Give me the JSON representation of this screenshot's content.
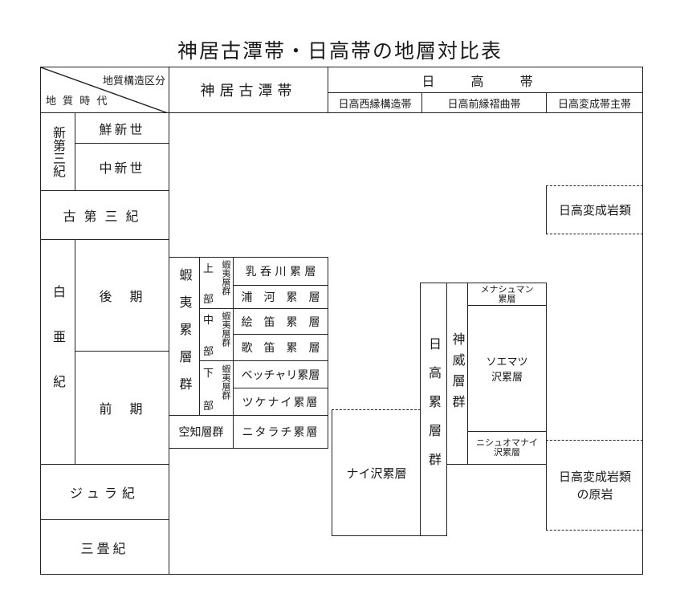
{
  "title": "神居古潭帯・日高帯の地層対比表",
  "header": {
    "corner_top": "地質構造区分",
    "corner_bottom": "地 質 時 代",
    "kamuikotan": "神居古潭帯",
    "hidaka": "日 高 帯",
    "hidaka_sub": [
      "日高西縁構造帯",
      "日高前縁褶曲帯",
      "日高変成帯主帯"
    ]
  },
  "periods": {
    "neogene": "新第三紀",
    "pliocene": "鮮新世",
    "miocene": "中新世",
    "paleogene": "古第三紀",
    "cretaceous": "白亜紀",
    "late": "後　期",
    "early": "前　期",
    "jurassic": "ジュラ紀",
    "triassic": "三畳紀"
  },
  "kamuikotan": {
    "group": "蝦夷累層群",
    "subgroup_name": "蝦夷層群",
    "subgroups": [
      {
        "pos": "上",
        "bu": "部",
        "formations": [
          "乳 呑 川 累 層",
          "浦　河　累　層"
        ]
      },
      {
        "pos": "中",
        "bu": "部",
        "formations": [
          "絵　笛　累　層",
          "歌　笛　累　層"
        ]
      },
      {
        "pos": "下",
        "bu": "部",
        "formations": [
          "ベッチャリ累層",
          "ツケナイ累層"
        ]
      }
    ],
    "sorachi": "空知層群",
    "nitarachi": "ニタラチ累層"
  },
  "hidaka": {
    "naisawa": "ナイ沢累層",
    "hidaka_group": "日高累層群",
    "kamui_group": "神威層群",
    "menashuman": "メナシュマン累層",
    "soematsu": "ソエマツ沢累層",
    "nishuomanai_1": "ニシュオマナイ",
    "nishuomanai_2": "沢累層",
    "metamorphic": "日高変成岩類",
    "protolith_1": "日高変成岩類",
    "protolith_2": "の原岩"
  }
}
